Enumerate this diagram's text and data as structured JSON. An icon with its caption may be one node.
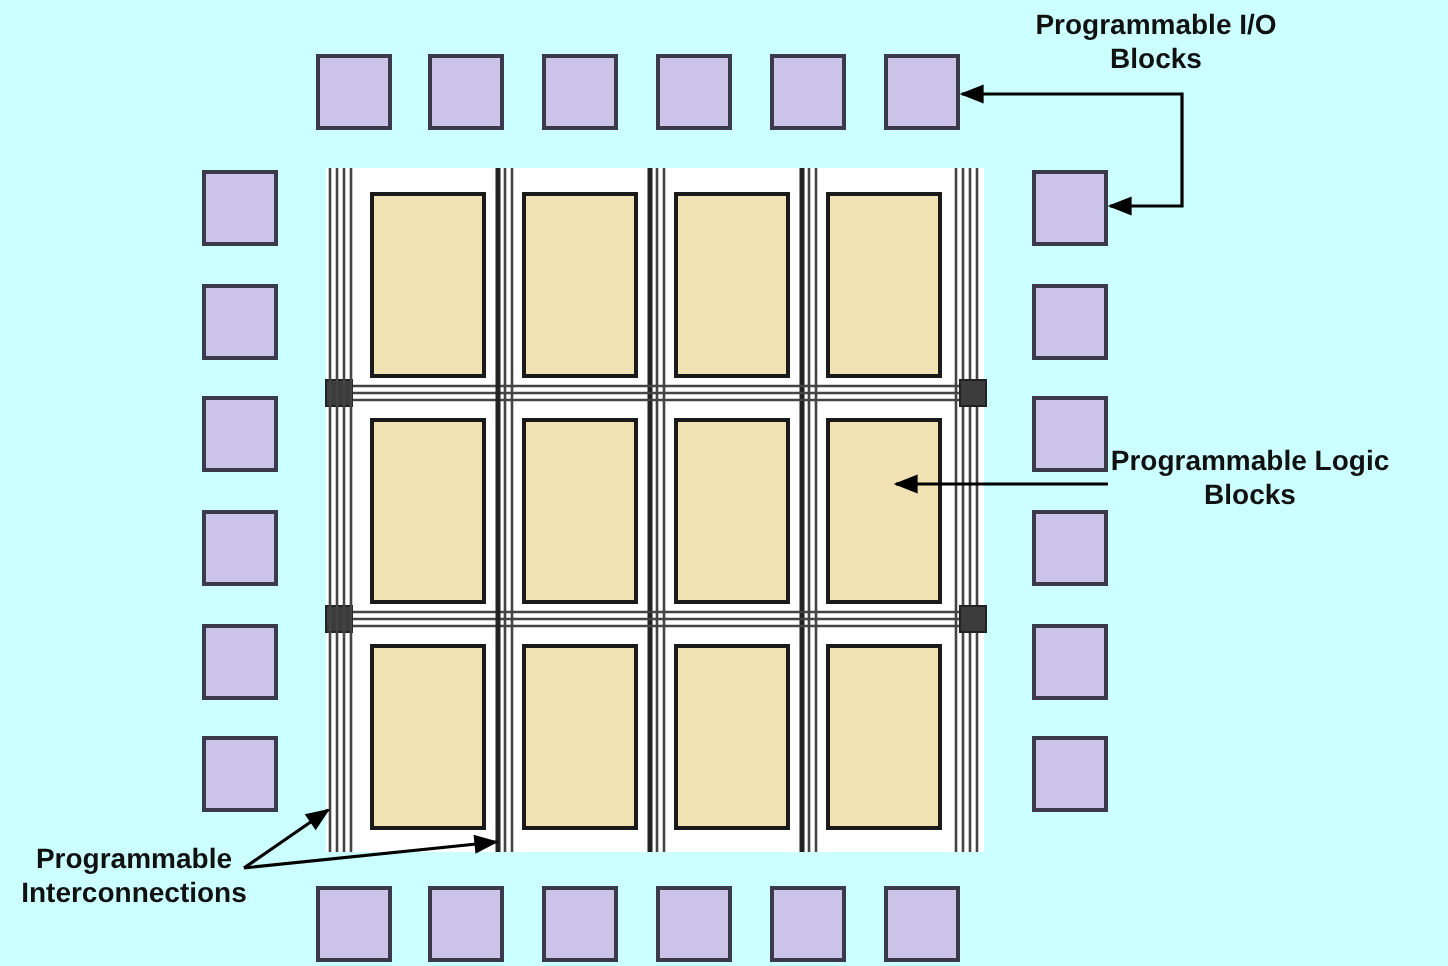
{
  "diagram": {
    "nodes": [
      {
        "text": [
          "Programmable I/O Blocks"
        ]
      },
      {
        "text": [],
        "shape": "box"
      },
      {
        "text": [],
        "shape": "box"
      },
      {
        "text": [],
        "shape": "box"
      },
      {
        "text": [],
        "shape": "box"
      },
      {
        "text": [],
        "shape": "box"
      },
      {
        "text": [],
        "shape": "box"
      },
      {
        "text": [],
        "shape": "box"
      },
      {
        "text": [],
        "shape": "box"
      },
      {
        "text": [],
        "shape": "box"
      },
      {
        "text": [],
        "shape": "box"
      },
      {
        "text": [],
        "shape": "box"
      },
      {
        "text": [],
        "shape": "box"
      },
      {
        "text": [],
        "shape": "box"
      },
      {
        "text": [],
        "shape": "box"
      },
      {
        "text": [],
        "shape": "box"
      },
      {
        "text": [],
        "shape": "box"
      },
      {
        "text": [],
        "shape": "box"
      },
      {
        "text": [],
        "shape": "box"
      },
      {
        "text": [],
        "shape": "box"
      },
      {
        "text": [],
        "shape": "box"
      },
      {
        "text": [],
        "shape": "box"
      },
      {
        "text": [],
        "shape": "box"
      },
      {
        "text": [],
        "shape": "box"
      },
      {
        "text": [],
        "shape": "box"
      },
      {
        "text": [],
        "shape": "box"
      },
      {
        "text": [],
        "shape": "box"
      },
      {
        "text": [],
        "shape": "box"
      },
      {
        "text": [],
        "shape": "box"
      },
      {
        "text": [],
        "shape": "box"
      },
      {
        "text": [],
        "shape": "box"
      },
      {
        "text": [],
        "shape": "box"
      },
      {
        "text": [],
        "shape": "box"
      },
      {
        "text": [],
        "shape": "box"
      },
      {
        "text": [],
        "shape": "box"
      },
      {
        "text": [],
        "shape": "box"
      },
      {
        "text": [],
        "shape": "box"
      },
      {
        "text": [
          "Programmable Logic Blocks"
        ]
      },
      {
        "text": [
          "Programmable Interconnections"
        ]
      },
      {
        "text": [],
        "shape": "bar"
      },
      {
        "text": [],
        "shape": "bar"
      }
    ],
    "edges": [
      {
        "from": 0,
        "to": 6,
        "arrow": "to"
      },
      {
        "from": 0,
        "to": 13,
        "arrow": "to"
      },
      {
        "from": 37,
        "to": 32,
        "arrow": "to"
      },
      {
        "from": 38,
        "to": 39,
        "arrow": "to"
      },
      {
        "from": 38,
        "to": 40,
        "arrow": "to"
      }
    ]
  }
}
